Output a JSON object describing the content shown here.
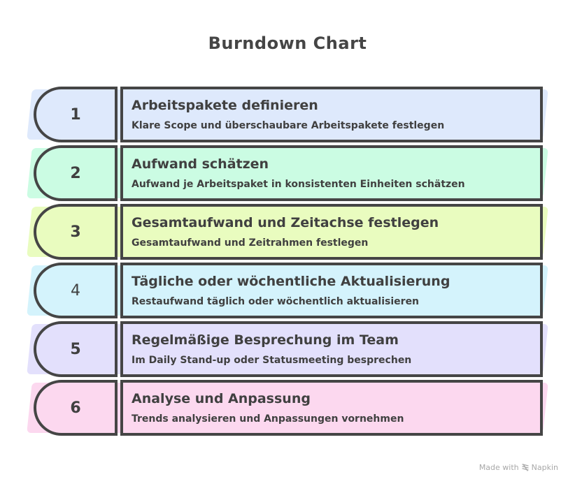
{
  "title": "Burndown Chart",
  "steps": [
    {
      "number": "1",
      "title": "Arbeitspakete definieren",
      "description": "Klare Scope und überschaubare Arbeitspakete festlegen",
      "color": "#dce8fc"
    },
    {
      "number": "2",
      "title": "Aufwand schätzen",
      "description": "Aufwand je Arbeitspaket in konsistenten Einheiten schätzen",
      "color": "#c8fce2"
    },
    {
      "number": "3",
      "title": "Gesamtaufwand und Zeitachse festlegen",
      "description": "Gesamtaufwand und Zeitrahmen festlegen",
      "color": "#e8fcbc"
    },
    {
      "number": "4",
      "title": "Tägliche oder wöchentliche Aktualisierung",
      "description": "Restaufwand täglich oder wöchentlich aktualisieren",
      "color": "#d2f2fc"
    },
    {
      "number": "5",
      "title": "Regelmäßige Besprechung im Team",
      "description": "Im Daily Stand-up oder Statusmeeting besprechen",
      "color": "#e2defc"
    },
    {
      "number": "6",
      "title": "Analyse und Anpassung",
      "description": "Trends analysieren und Anpassungen vornehmen",
      "color": "#fcd6ee"
    }
  ],
  "footer": {
    "made_with": "Made with",
    "brand": "Napkin"
  }
}
